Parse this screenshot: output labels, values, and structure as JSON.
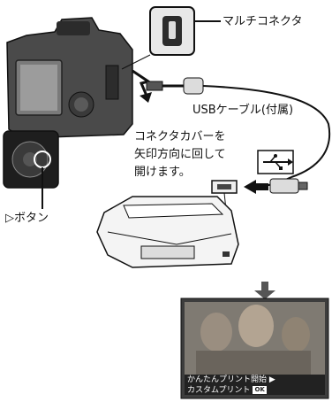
{
  "labels": {
    "multi_connector": "マルチコネクタ",
    "usb_cable": "USBケーブル(付属)",
    "cover_line1": "コネクタカバーを",
    "cover_line2": "矢印方向に回して",
    "cover_line3": "開けます。",
    "button": "ボタン"
  },
  "screen": {
    "easy_print": "かんたんプリント開始",
    "custom_print": "カスタムプリント",
    "ok_label": "OK"
  },
  "icons": [
    "camera-icon",
    "printer-icon",
    "usb-symbol-icon",
    "arrow-down-icon",
    "arrow-left-icon"
  ]
}
